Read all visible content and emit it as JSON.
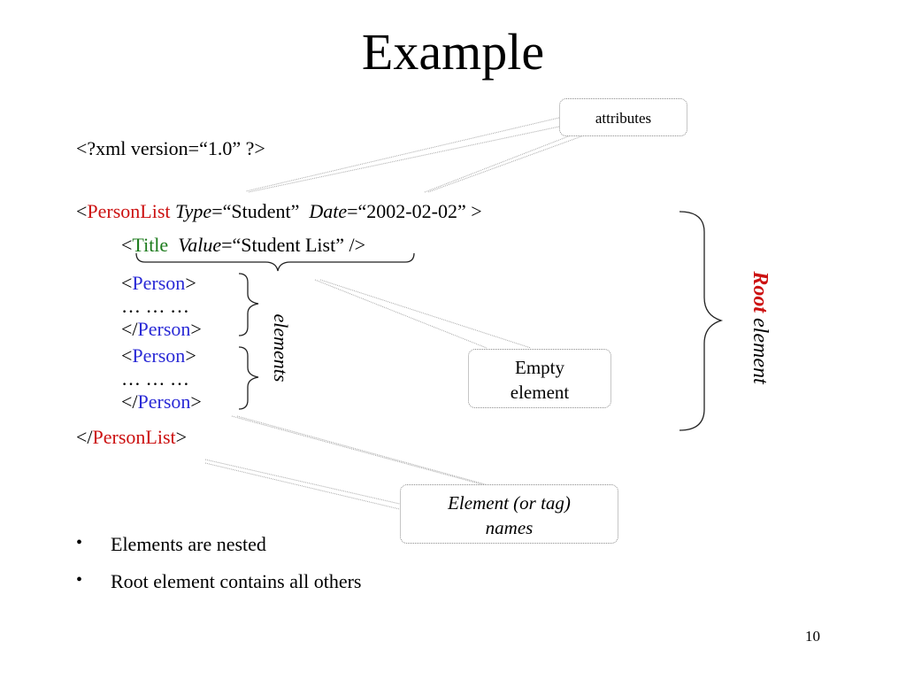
{
  "slide": {
    "title": "Example",
    "page_number": "10"
  },
  "code": {
    "xml_decl": "<?xml  version=“1.0” ?>",
    "line2": {
      "open": "<",
      "tag": "PersonList",
      "attr1_name": "Type",
      "attr1_value": "=“Student”",
      "attr2_name": "Date",
      "attr2_value": "=“2002-02-02” >"
    },
    "line3": {
      "open": "<",
      "tag": "Title",
      "attr_name": "Value",
      "attr_value": "=“Student List” />"
    },
    "person_open": {
      "open": "<",
      "tag": "Person",
      "close": ">"
    },
    "ellipsis": "… … …",
    "person_close": {
      "open": "</",
      "tag": "Person",
      "close": ">"
    },
    "list_close": {
      "open": "</",
      "tag": "PersonList",
      "close": ">"
    }
  },
  "labels": {
    "elements": "elements",
    "root_word": "Root",
    "root_rest": " element"
  },
  "callouts": {
    "attributes": "attributes",
    "empty_line1": "Empty",
    "empty_line2": "element",
    "names_line1": "Element (or tag)",
    "names_line2": "names"
  },
  "bullets": [
    "Elements are nested",
    "Root element contains all others"
  ],
  "colors": {
    "tag_red": "#cc1111",
    "tag_green": "#1b7a1b",
    "tag_blue": "#2a2ad6"
  }
}
